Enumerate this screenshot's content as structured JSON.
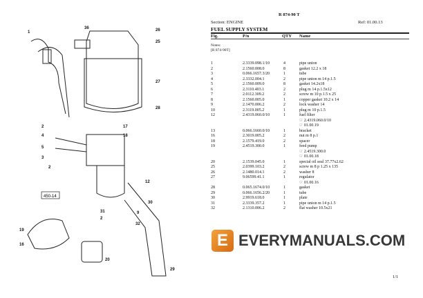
{
  "header": {
    "model": "R 874-90 T",
    "section": "Section: ENGINE",
    "ref": "Ref: 01.00.13",
    "title": "FUEL SUPPLY SYSTEM"
  },
  "columns": [
    "Fig.",
    "P/n",
    "QTY",
    "Name"
  ],
  "notes": {
    "label": "Notes:",
    "value": "[R 874-90T]"
  },
  "rows": [
    {
      "fig": "1",
      "pn": "2.3339.098.1/10",
      "qty": "4",
      "name": "pipe union"
    },
    {
      "fig": "2",
      "pn": "2.1560.008.0",
      "qty": "8",
      "name": "gasket 12.2 x 18"
    },
    {
      "fig": "3",
      "pn": "0.066.1657.3/20",
      "qty": "1",
      "name": "tube"
    },
    {
      "fig": "4",
      "pn": "2.3332.004.1",
      "qty": "2",
      "name": "pipe union m 14 p.1.5"
    },
    {
      "fig": "5",
      "pn": "2.1560.009.0",
      "qty": "8",
      "name": "gasket 14.2x18"
    },
    {
      "fig": "6",
      "pn": "2.3110.403.1",
      "qty": "2",
      "name": "plug m 14 p.1.5x12"
    },
    {
      "fig": "7",
      "pn": "2.0112.309.2",
      "qty": "2",
      "name": "screw m 10 p.1.5 x 25"
    },
    {
      "fig": "8",
      "pn": "2.1560.005.0",
      "qty": "1",
      "name": "copper gasket 10.2 x 14"
    },
    {
      "fig": "9",
      "pn": "2.1470.006.2",
      "qty": "2",
      "name": "lock washer 14"
    },
    {
      "fig": "10",
      "pn": "2.3119.005.2",
      "qty": "1",
      "name": "plug m 10 p.1.5"
    },
    {
      "fig": "12",
      "pn": "2.4319.060.0/10",
      "qty": "1",
      "name": "fuel filter"
    },
    {
      "fig": "",
      "pn": "",
      "qty": "",
      "name": "☞ 2.4319.060.0/10"
    },
    {
      "fig": "",
      "pn": "",
      "qty": "",
      "name": "☞ 01.00.19"
    },
    {
      "fig": "13",
      "pn": "0.066.1660.0/10",
      "qty": "1",
      "name": "bracket"
    },
    {
      "fig": "16",
      "pn": "2.3019.005.2",
      "qty": "2",
      "name": "nut m 8 p.1"
    },
    {
      "fig": "18",
      "pn": "2.1579.419.0",
      "qty": "2",
      "name": "spacer"
    },
    {
      "fig": "19",
      "pn": "2.4519.300.0",
      "qty": "1",
      "name": "feed pump"
    },
    {
      "fig": "",
      "pn": "",
      "qty": "",
      "name": "☞ 2.4519.300.0"
    },
    {
      "fig": "",
      "pn": "",
      "qty": "",
      "name": "☞ 01.00.18"
    },
    {
      "fig": "20",
      "pn": "2.1539.045.0",
      "qty": "1",
      "name": "special oil seal 37.77x2.62"
    },
    {
      "fig": "25",
      "pn": "2.0399.103.2",
      "qty": "2",
      "name": "screw m 8 p 1.25 x 135"
    },
    {
      "fig": "26",
      "pn": "2.1480.014.1",
      "qty": "2",
      "name": "washer 8"
    },
    {
      "fig": "27",
      "pn": "9.06599.41.1",
      "qty": "1",
      "name": "regulator"
    },
    {
      "fig": "",
      "pn": "",
      "qty": "",
      "name": "☞ 01.00.16"
    },
    {
      "fig": "28",
      "pn": "0.065.1674.0/10",
      "qty": "1",
      "name": "gasket"
    },
    {
      "fig": "29",
      "pn": "0.066.1656.2/20",
      "qty": "1",
      "name": "tube"
    },
    {
      "fig": "30",
      "pn": "2.9919.618.0",
      "qty": "1",
      "name": "plate"
    },
    {
      "fig": "31",
      "pn": "2.3339.357.2",
      "qty": "1",
      "name": "pipe union m 14 p.1.5"
    },
    {
      "fig": "32",
      "pn": "2.1310.006.2",
      "qty": "2",
      "name": "flat washer 10.5x21"
    }
  ],
  "diagram": {
    "callouts": [
      "1",
      "36",
      "26",
      "25",
      "27",
      "28",
      "17",
      "18",
      "2",
      "4",
      "5",
      "3",
      "2",
      "12",
      "30",
      "31",
      "2",
      "19",
      "16",
      "20",
      "9",
      "32",
      "29"
    ],
    "box_label": "450-14"
  },
  "page": "1/1",
  "watermark": {
    "text": "EVERYMANUALS.COM",
    "logo_letter": "E",
    "logo_color": "#e8861f"
  }
}
